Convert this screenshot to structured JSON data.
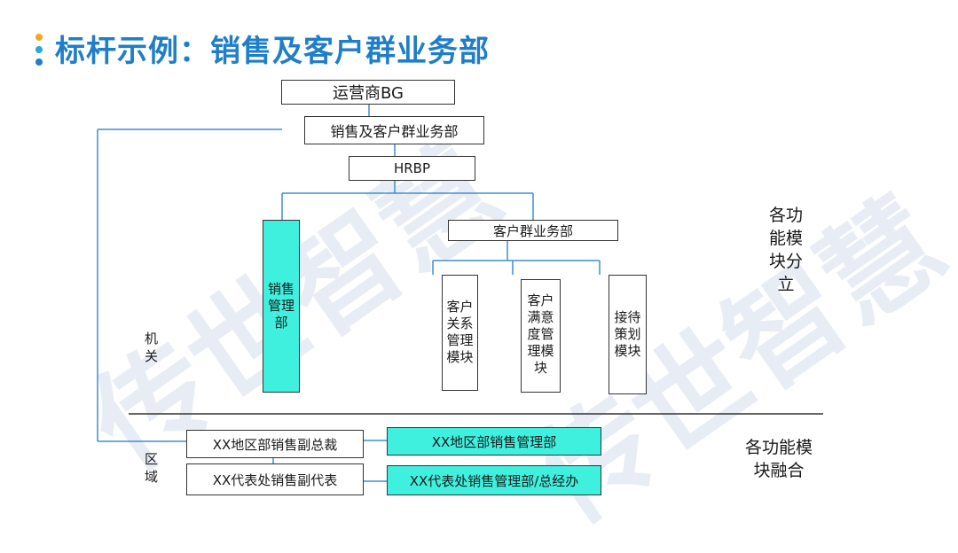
{
  "title": "标杆示例：销售及客户群业务部",
  "watermark": "传世智慧",
  "colors": {
    "title": "#1f7ec9",
    "teal": "#3ff0df",
    "line": "#3d8fd1"
  },
  "org": {
    "top": "运营商BG",
    "dept": "销售及客户群业务部",
    "hrbp": "HRBP",
    "sales_mgmt": "销售\n管理\n部",
    "cust_group": "客户群业务部",
    "modules": [
      "客户\n关系\n管理\n模块",
      "客户\n满意\n度管\n理模\n块",
      "接待\n策划\n模块"
    ]
  },
  "labels": {
    "jiguan": "机\n关",
    "quyu": "区\n域",
    "func_split": "各功\n能模\n块分\n立",
    "func_merge": "各功能模\n块融合"
  },
  "region": {
    "vp": "XX地区部销售副总裁",
    "sales_dept": "XX地区部销售管理部",
    "rep": "XX代表处销售副代表",
    "rep_dept": "XX代表处销售管理部/总经办"
  }
}
